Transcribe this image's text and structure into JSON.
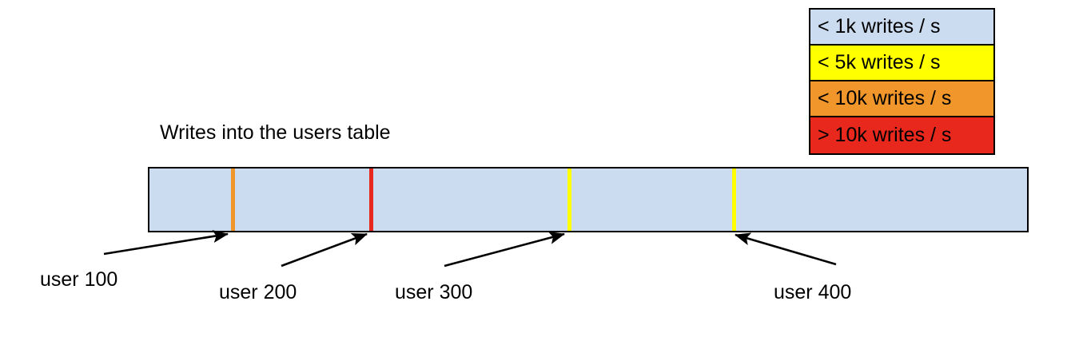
{
  "chart_data": {
    "type": "bar",
    "title": "Writes into the users table",
    "xlabel": "",
    "ylabel": "",
    "orientation": "horizontal-range-bar",
    "description": "A single horizontal band representing the users table keyspace, shaded by write rate, with four marked user boundaries.",
    "base_band": {
      "label": "users table keyspace",
      "color": "#ccdcf0",
      "write_rate_bucket": "< 1k writes / s"
    },
    "markers": [
      {
        "name": "user 100",
        "x_pct": 9.5,
        "color": "#f0962a",
        "write_rate_bucket": "< 10k writes / s"
      },
      {
        "name": "user 200",
        "x_pct": 25.2,
        "color": "#e8281c",
        "write_rate_bucket": "> 10k writes / s"
      },
      {
        "name": "user 300",
        "x_pct": 47.6,
        "color": "#ffff00",
        "write_rate_bucket": "< 5k writes / s"
      },
      {
        "name": "user 400",
        "x_pct": 66.3,
        "color": "#ffff00",
        "write_rate_bucket": "< 5k writes / s"
      }
    ],
    "legend": {
      "position": "top-right",
      "entries": [
        {
          "label": "< 1k writes / s",
          "color": "#ccdcf0"
        },
        {
          "label": "< 5k writes / s",
          "color": "#ffff00"
        },
        {
          "label": "< 10k writes / s",
          "color": "#f0962a"
        },
        {
          "label": "> 10k writes / s",
          "color": "#e8281c"
        }
      ]
    },
    "grid": false
  },
  "title": {
    "text": "Writes into the users table"
  },
  "legend": {
    "entries": [
      {
        "label": "< 1k writes / s",
        "color": "#ccdcf0"
      },
      {
        "label": "< 5k writes / s",
        "color": "#ffff00"
      },
      {
        "label": "< 10k writes / s",
        "color": "#f0962a"
      },
      {
        "label": "> 10k writes / s",
        "color": "#e8281c"
      }
    ]
  },
  "bar": {
    "fill_color": "#ccdcf0",
    "border_color": "#000000",
    "markers": [
      {
        "label": "user 100",
        "color": "#f0962a"
      },
      {
        "label": "user 200",
        "color": "#e8281c"
      },
      {
        "label": "user 300",
        "color": "#ffff00"
      },
      {
        "label": "user 400",
        "color": "#ffff00"
      }
    ]
  },
  "callouts": [
    {
      "label": "user 100"
    },
    {
      "label": "user 200"
    },
    {
      "label": "user 300"
    },
    {
      "label": "user 400"
    }
  ]
}
